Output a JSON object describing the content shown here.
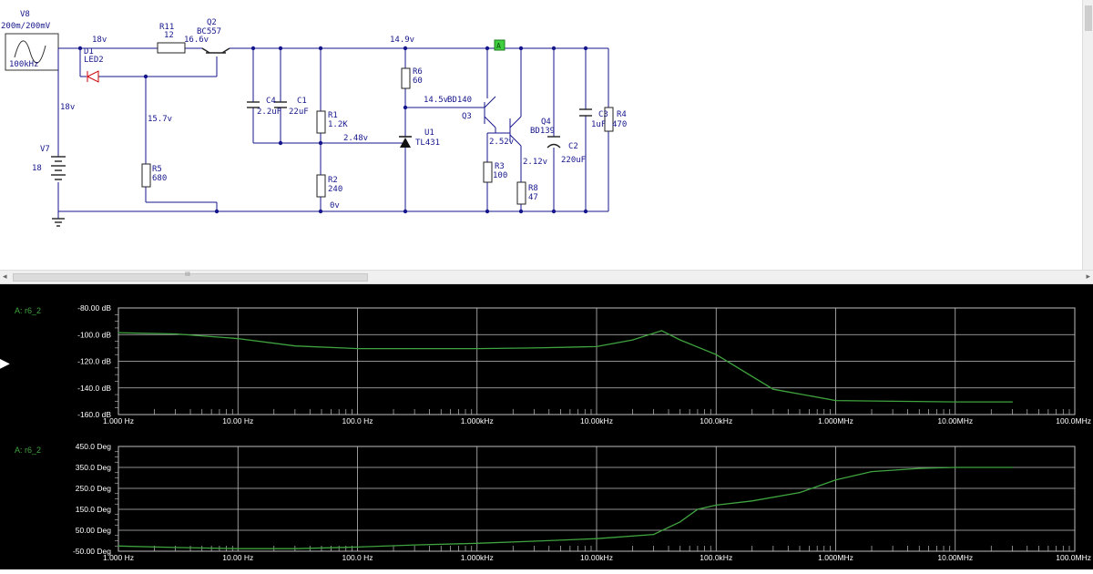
{
  "schematic": {
    "labels": {
      "v8_name": "V8",
      "v8_amp": "200m/200mV",
      "v8_freq": "100kHz",
      "v7_name": "V7",
      "v7_value": "18",
      "r11_name": "R11",
      "r11_value": "12",
      "q2_name": "Q2",
      "q2_part": "BC557",
      "d1_name": "D1",
      "d1_part": "LED2",
      "c4_name": "C4",
      "c4_value": "2.2uF",
      "c1_name": "C1",
      "c1_value": "22uF",
      "r1_name": "R1",
      "r1_value": "1.2K",
      "r5_name": "R5",
      "r5_value": "680",
      "r2_name": "R2",
      "r2_value": "240",
      "r6_name": "R6",
      "r6_value": "60",
      "u1_name": "U1",
      "u1_part": "TL431",
      "q3_name": "Q3",
      "q3_part": "BD140",
      "q4_name": "Q4",
      "q4_part": "BD139",
      "r3_name": "R3",
      "r3_value": "100",
      "r8_name": "R8",
      "r8_value": "47",
      "c2_name": "C2",
      "c2_value": "220uF",
      "c3_name": "C3",
      "c3_value": "1uF",
      "r4_name": "R4",
      "r4_value": "470",
      "probe": "A"
    },
    "voltages": {
      "n18_top": "18v",
      "n18_left": "18v",
      "n16_6": "16.6v",
      "n15_7": "15.7v",
      "n14_9": "14.9v",
      "n14_5": "14.5v",
      "n2_48": "2.48v",
      "n2_52": "2.52v",
      "n2_12": "2.12v",
      "n0": "0v"
    }
  },
  "scrollbar": {
    "grip": "III",
    "left_arrow": "◂",
    "right_arrow": "▸"
  },
  "plot_panel": {
    "trace_label_mag": "A: r6_2",
    "trace_label_phase": "A: r6_2",
    "marker": "▶",
    "x_ticks": [
      "1.000 Hz",
      "10.00 Hz",
      "100.0 Hz",
      "1.000kHz",
      "10.00kHz",
      "100.0kHz",
      "1.000MHz",
      "10.00MHz",
      "100.0MHz"
    ],
    "y_ticks_mag": [
      "-80.00 dB",
      "-100.0 dB",
      "-120.0 dB",
      "-140.0 dB",
      "-160.0 dB"
    ],
    "y_ticks_phase": [
      "450.0 Deg",
      "350.0 Deg",
      "250.0 Deg",
      "150.0 Deg",
      "50.00 Deg",
      "-50.00 Deg"
    ]
  },
  "chart_data": [
    {
      "type": "line",
      "xscale": "log",
      "xlim": [
        1,
        100000000
      ],
      "ylim": [
        -160,
        -80
      ],
      "grid": true,
      "color": "#3fa33f",
      "series": [
        {
          "name": "A: r6_2",
          "x": [
            1,
            3,
            10,
            30,
            100,
            300,
            1000,
            3000,
            10000,
            20000,
            35000,
            50000,
            100000,
            300000,
            1000000,
            3000000,
            10000000,
            30000000
          ],
          "y": [
            -98.5,
            -99.5,
            -103,
            -108.5,
            -110.5,
            -110.5,
            -110.5,
            -110,
            -109,
            -104,
            -97,
            -104,
            -115,
            -141,
            -149.5,
            -150,
            -150.5,
            -150.5
          ]
        }
      ]
    },
    {
      "type": "line",
      "xscale": "log",
      "xlim": [
        1,
        100000000
      ],
      "ylim": [
        -50,
        450
      ],
      "grid": true,
      "color": "#3fa33f",
      "series": [
        {
          "name": "A: r6_2",
          "x": [
            1,
            3,
            10,
            30,
            100,
            300,
            1000,
            3000,
            10000,
            30000,
            50000,
            70000,
            100000,
            200000,
            500000,
            1000000,
            2000000,
            5000000,
            10000000,
            30000000
          ],
          "y": [
            -25,
            -32,
            -38,
            -38,
            -30,
            -20,
            -12,
            -2,
            10,
            30,
            90,
            150,
            170,
            190,
            230,
            290,
            330,
            345,
            350,
            350
          ]
        }
      ]
    }
  ]
}
